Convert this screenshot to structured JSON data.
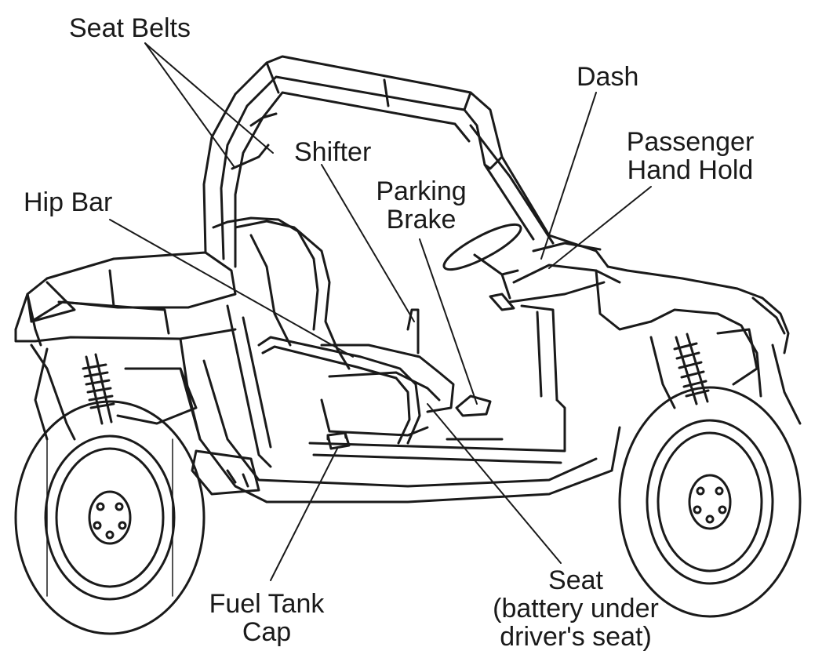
{
  "labels": {
    "seat_belts": "Seat Belts",
    "dash": "Dash",
    "shifter": "Shifter",
    "passenger_hand_hold": [
      "Passenger",
      "Hand Hold"
    ],
    "hip_bar": "Hip Bar",
    "parking_brake": [
      "Parking",
      "Brake"
    ],
    "seat": [
      "Seat",
      "(battery under",
      "driver's seat)"
    ],
    "fuel_tank_cap": [
      "Fuel Tank",
      "Cap"
    ]
  },
  "colors": {
    "ink": "#1a1a1a",
    "paper": "#ffffff"
  }
}
